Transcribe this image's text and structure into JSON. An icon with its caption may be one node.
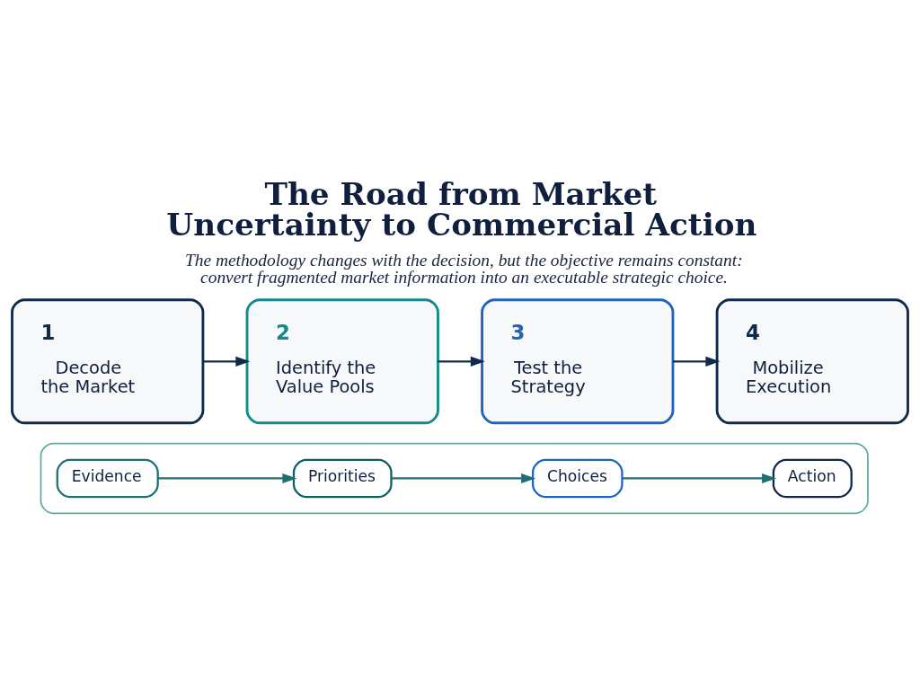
{
  "diagram": {
    "title": "The Road from Market Uncertainty to Commercial Action",
    "caption": "The methodology changes with the decision, but the objective remains constant: convert fragmented market information into an executable strategic choice.",
    "nodes": [
      {
        "text": [
          "1",
          "Decode the Market"
        ]
      },
      {
        "text": [
          "2",
          "Identify the Value Pools"
        ]
      },
      {
        "text": [
          "3",
          "Test the Strategy"
        ]
      },
      {
        "text": [
          "4",
          "Mobilize Execution"
        ]
      },
      {
        "text": [],
        "shape": "box"
      },
      {
        "text": [
          "Evidence"
        ],
        "in": 4
      },
      {
        "text": [
          "Priorities"
        ],
        "in": 4
      },
      {
        "text": [
          "Choices"
        ],
        "in": 4
      },
      {
        "text": [
          "Action"
        ],
        "in": 4
      }
    ],
    "edges": [
      {
        "from": 0,
        "to": 1,
        "arrow": "to"
      },
      {
        "from": 1,
        "to": 2,
        "arrow": "to"
      },
      {
        "from": 2,
        "to": 3,
        "arrow": "to"
      },
      {
        "from": 5,
        "to": 6,
        "arrow": "to",
        "color": "#1f6f73"
      },
      {
        "from": 6,
        "to": 7,
        "arrow": "to",
        "color": "#1f6f73"
      },
      {
        "from": 7,
        "to": 8,
        "arrow": "to",
        "color": "#1f6f73"
      }
    ]
  }
}
